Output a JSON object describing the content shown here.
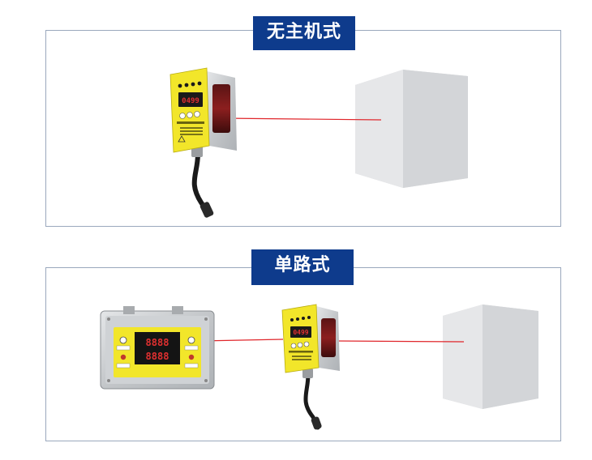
{
  "sections": {
    "top": {
      "title": "无主机式"
    },
    "bottom": {
      "title": "单路式"
    }
  },
  "sensor": {
    "display_value": "0499"
  },
  "controller": {
    "display_row1": "8888",
    "display_row2": "8888"
  },
  "colors": {
    "title_bg": "#0e3b8c",
    "sensor_body": "#f2e62a",
    "laser": "#e0262b",
    "target_box": "#d9dbde",
    "panel_border": "#9aa8bd"
  }
}
